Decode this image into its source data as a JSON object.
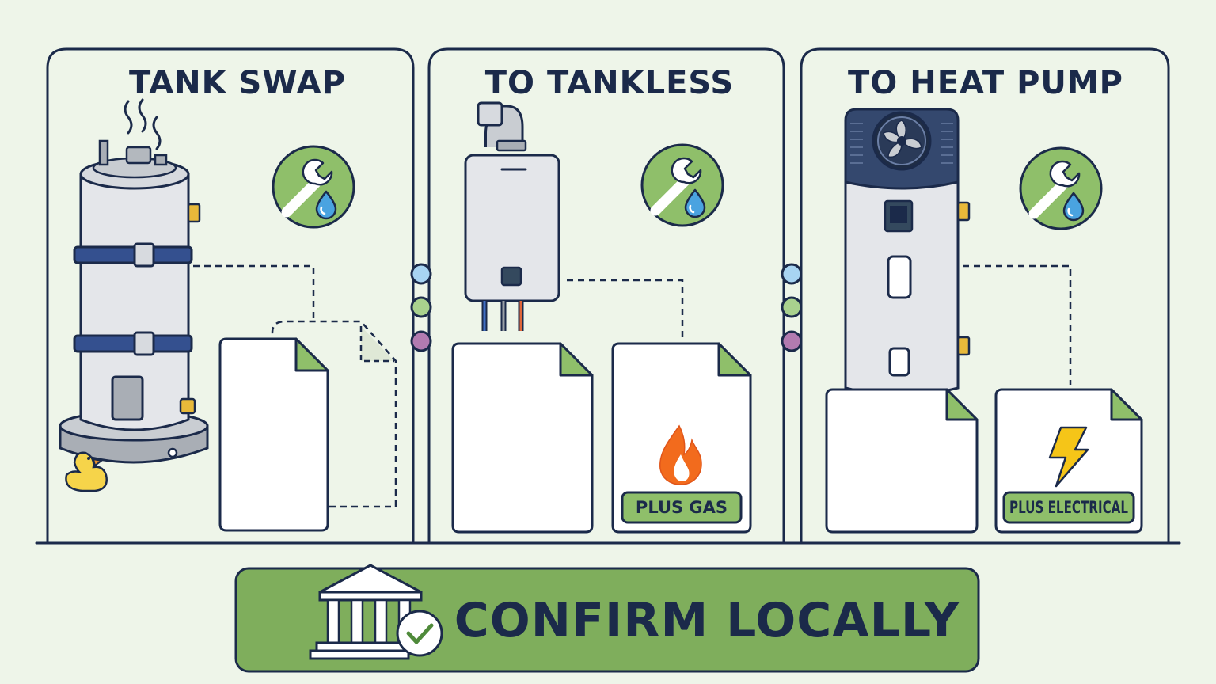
{
  "panels": [
    {
      "id": "tank-swap",
      "title": "TANK SWAP",
      "badge": ""
    },
    {
      "id": "to-tankless",
      "title": "TO TANKLESS",
      "badge": "PLUS GAS"
    },
    {
      "id": "to-heat-pump",
      "title": "TO HEAT PUMP",
      "badge": "PLUS ELECTRICAL"
    }
  ],
  "banner": {
    "text": "CONFIRM LOCALLY"
  },
  "icons": {
    "service": "wrench-water-drop-icon",
    "gas": "flame-icon",
    "electrical": "lightning-bolt-icon",
    "authority": "government-building-icon",
    "check": "checkmark-icon",
    "duck": "rubber-duck-icon"
  },
  "colors": {
    "background": "#eef5e9",
    "outline": "#1b2a4a",
    "accent_green": "#7fae5c",
    "dot_blue": "#a8d4f2",
    "dot_green": "#a9d18e",
    "dot_purple": "#b27bb0",
    "flame": "#f26b1d",
    "bolt": "#f5c518",
    "water": "#4aa3e0"
  }
}
